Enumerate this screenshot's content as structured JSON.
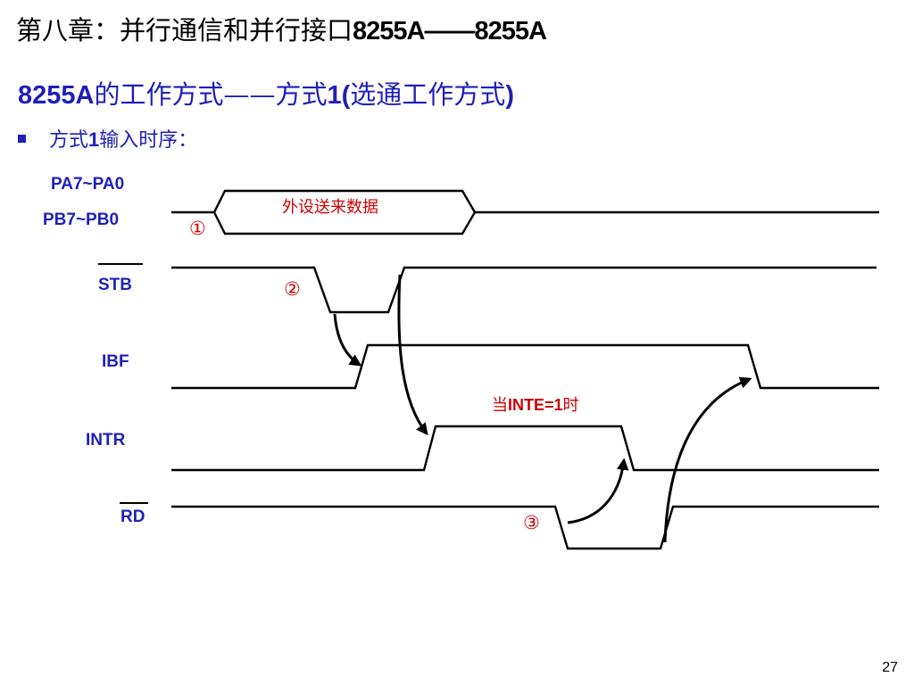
{
  "slide": {
    "title_prefix": "第八章：并行通信和并行接口",
    "title_suffix": "8255A——8255A",
    "subtitle_a": "8255A",
    "subtitle_b": "的工作方式",
    "subtitle_c": "——方式",
    "subtitle_d": "1(",
    "subtitle_e": "选通工作方式",
    "subtitle_f": ")",
    "bullet_a": "方式",
    "bullet_b": "1",
    "bullet_c": "输入时序：",
    "page_number": "27"
  },
  "diagram": {
    "signals": {
      "data_a": "PA7~PA0",
      "data_b": "PB7~PB0",
      "stb": "STB",
      "ibf": "IBF",
      "intr": "INTR",
      "rd": "RD"
    },
    "data_note": "外设送来数据",
    "inte_note_a": "当",
    "inte_note_b": "INTE=1",
    "inte_note_c": "时",
    "markers": {
      "m1": "①",
      "m2": "②",
      "m3": "③"
    },
    "colors": {
      "title": "#000000",
      "accent_blue": "#1f1fb8",
      "note_red": "#cc0000",
      "wave": "#000000"
    }
  }
}
